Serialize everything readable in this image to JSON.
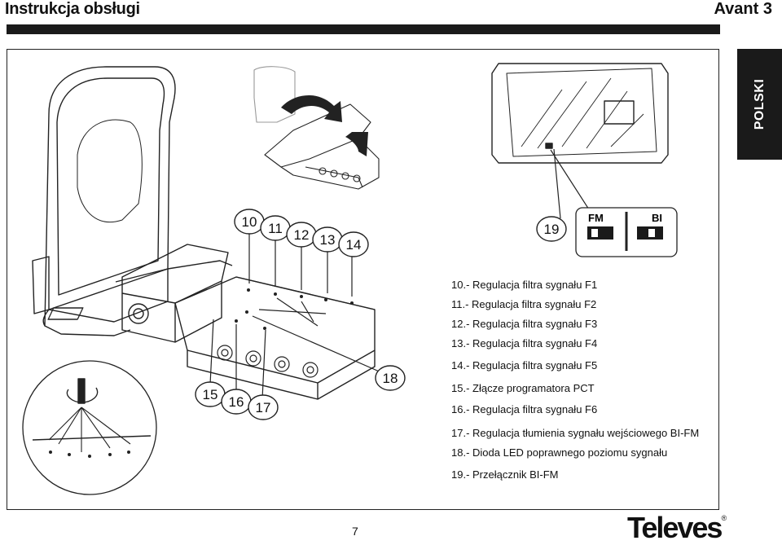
{
  "header": {
    "title": "Instrukcja obsługi",
    "model": "Avant 3"
  },
  "side_tab": {
    "label": "POLSKI"
  },
  "callouts": [
    "10",
    "11",
    "12",
    "13",
    "14",
    "15",
    "16",
    "17",
    "18",
    "19"
  ],
  "switch": {
    "left_label": "FM",
    "right_label": "BI"
  },
  "legend": [
    "10.- Regulacja filtra sygnału F1",
    "11.- Regulacja filtra sygnału F2",
    "12.- Regulacja filtra sygnału F3",
    "13.- Regulacja filtra sygnału F4",
    "14.- Regulacja filtra sygnału F5",
    "15.- Złącze programatora PCT",
    "16.- Regulacja filtra sygnału F6",
    "17.- Regulacja tłumienia sygnału wejściowego BI-FM",
    "18.- Dioda LED poprawnego poziomu sygnału",
    "19.- Przełącznik BI-FM"
  ],
  "footer": {
    "page_number": "7",
    "brand": "Televes"
  }
}
